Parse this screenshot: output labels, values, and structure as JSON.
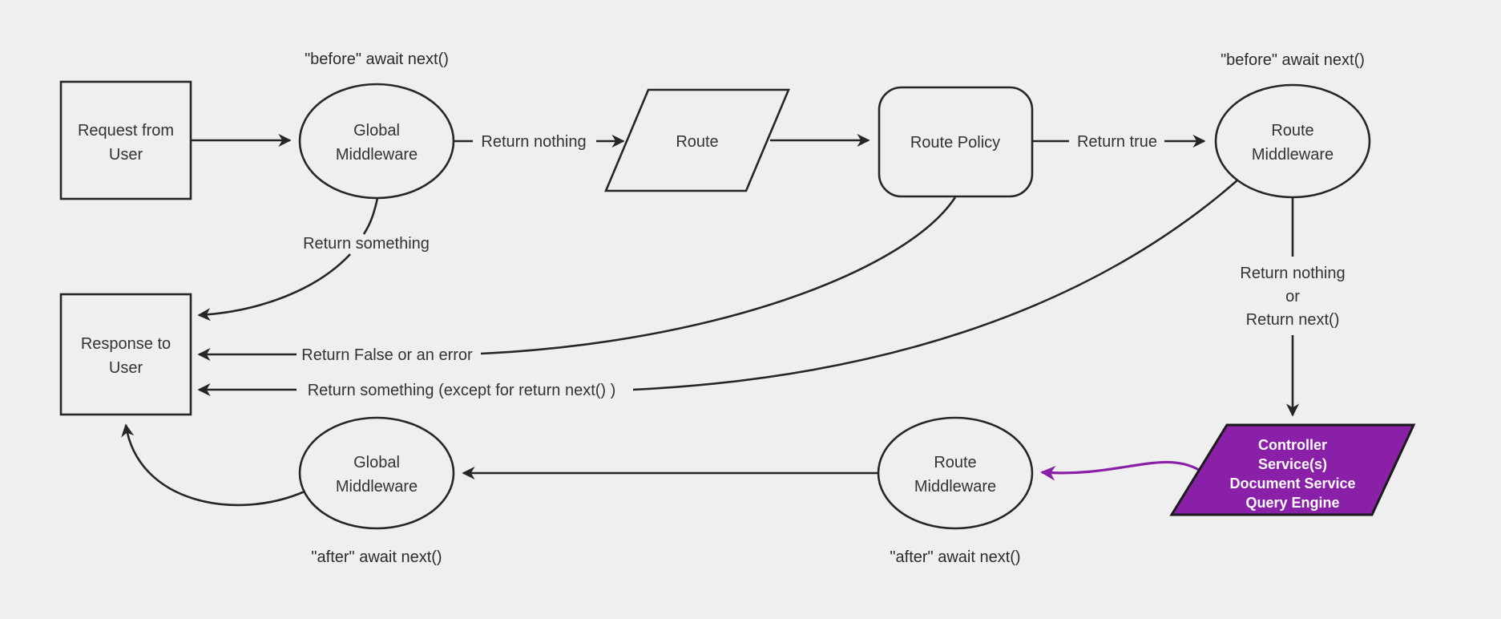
{
  "colors": {
    "background": "#efefef",
    "line": "#262626",
    "text": "#333333",
    "purple": "#8a1fa8",
    "purple_text": "#ffffff"
  },
  "nodes": {
    "request": {
      "line1": "Request from",
      "line2": "User"
    },
    "global_middleware_top": {
      "line1": "Global",
      "line2": "Middleware",
      "annotation": "\"before\" await next()"
    },
    "route": {
      "label": "Route"
    },
    "route_policy": {
      "label": "Route Policy"
    },
    "route_middleware_top": {
      "line1": "Route",
      "line2": "Middleware",
      "annotation": "\"before\" await next()"
    },
    "controller": {
      "line1": "Controller",
      "line2": "Service(s)",
      "line3": "Document Service",
      "line4": "Query Engine"
    },
    "route_middleware_bottom": {
      "line1": "Route",
      "line2": "Middleware",
      "annotation": "\"after\" await next()"
    },
    "global_middleware_bottom": {
      "line1": "Global",
      "line2": "Middleware",
      "annotation": "\"after\" await next()"
    },
    "response": {
      "line1": "Response to",
      "line2": "User"
    }
  },
  "edges": {
    "return_nothing": "Return nothing",
    "return_true": "Return true",
    "return_something": "Return something",
    "return_false_or_error": "Return False or an error",
    "return_something_except": "Return something (except for return next() )",
    "return_nothing_or": {
      "line1": "Return nothing",
      "line2": "or",
      "line3": "Return next()"
    }
  }
}
